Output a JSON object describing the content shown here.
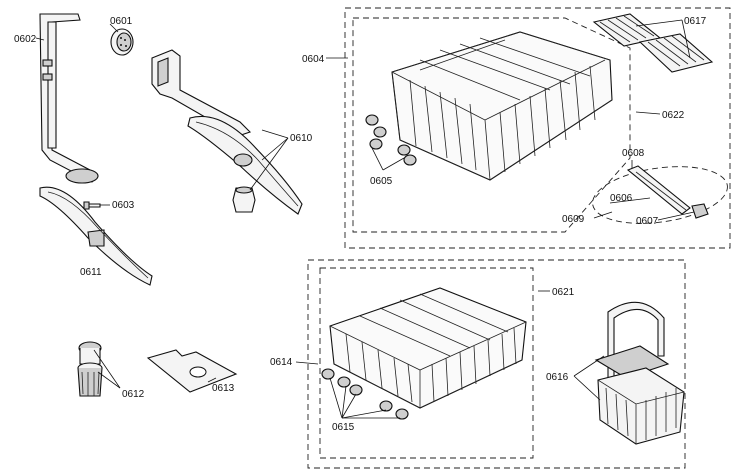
{
  "parts": {
    "p0601": "0601",
    "p0602": "0602",
    "p0603": "0603",
    "p0604": "0604",
    "p0605": "0605",
    "p0606": "0606",
    "p0607": "0607",
    "p0608": "0608",
    "p0609": "0609",
    "p0610": "0610",
    "p0611": "0611",
    "p0612": "0612",
    "p0613": "0613",
    "p0614": "0614",
    "p0615": "0615",
    "p0616": "0616",
    "p0617": "0617",
    "p0621": "0621",
    "p0622": "0622"
  }
}
